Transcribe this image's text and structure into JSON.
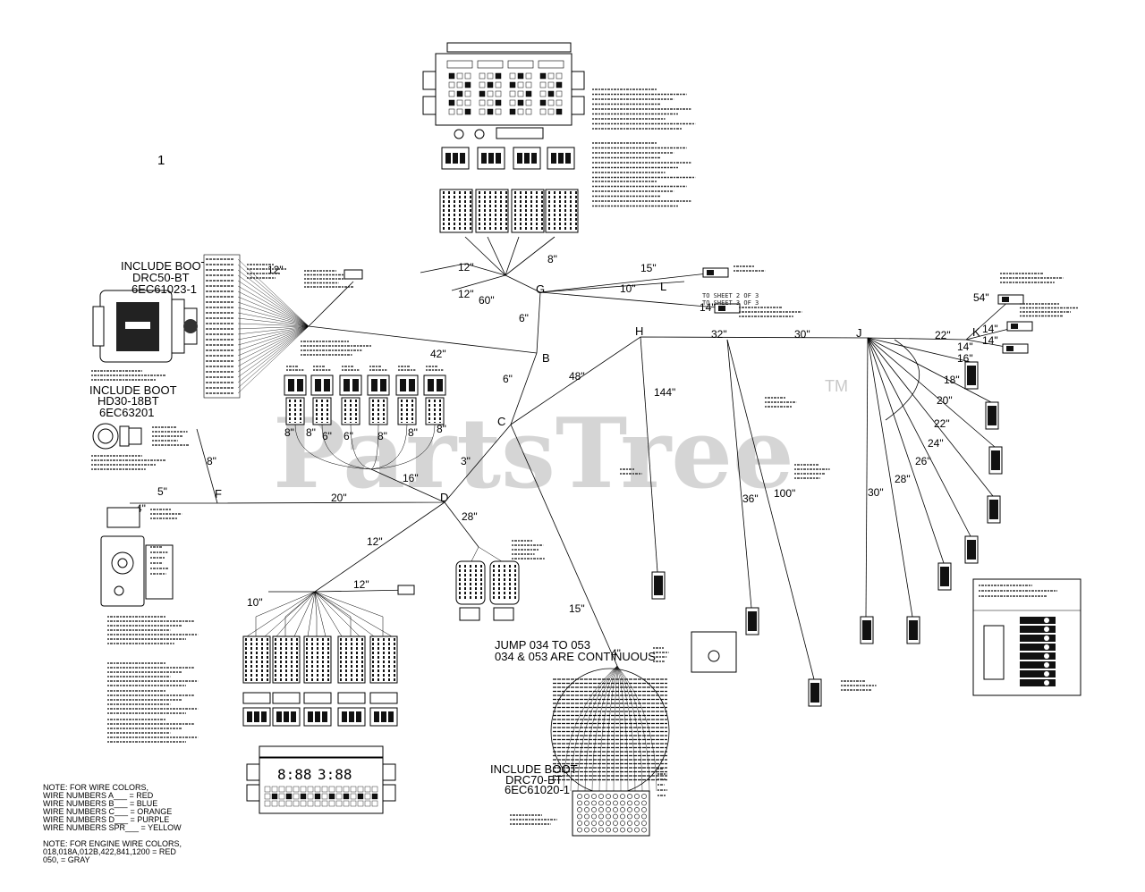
{
  "sheet_number": "1",
  "watermark": {
    "text": "PartsTree",
    "mark": "TM"
  },
  "nodes": {
    "B": "B",
    "C": "C",
    "D": "D",
    "F": "F",
    "G": "G",
    "H": "H",
    "J": "J",
    "K": "K",
    "L": "L"
  },
  "lengths": {
    "l12a": "12\"",
    "l8a": "8\"",
    "l12b": "12\"",
    "l60": "60\"",
    "l15a": "15\"",
    "l10a": "10\"",
    "l14a": "14\"",
    "l6a": "6\"",
    "l42": "42\"",
    "l6b": "6\"",
    "l48": "48\"",
    "l32": "32\"",
    "l30a": "30\"",
    "l22a": "22\"",
    "l14b": "14\"",
    "l14c": "14\"",
    "l16": "16\"",
    "l18": "18\"",
    "l20": "20\"",
    "l22b": "22\"",
    "l24": "24\"",
    "l26": "26\"",
    "l28a": "28\"",
    "l30b": "30\"",
    "l54": "54\"",
    "l144": "144\"",
    "l36": "36\"",
    "l100": "100\"",
    "l8b": "8\"",
    "l5": "5\"",
    "l20b": "20\"",
    "l16b": "16\"",
    "l3": "3\"",
    "l28b": "28\"",
    "l12c": "12\"",
    "l12d": "12\"",
    "l10b": "10\"",
    "l4a": "4\"",
    "l4b": "4\"",
    "l15b": "15\"",
    "b8a": "8\"",
    "b8b": "8\"",
    "b6a": "6\"",
    "b6b": "6\"",
    "b8c": "8\"",
    "b8d": "8\"",
    "b8e": "8\""
  },
  "labels": {
    "include_boot_1": [
      "INCLUDE BOOT",
      "DRC50-BT",
      "6EC61023-1"
    ],
    "include_boot_2": [
      "INCLUDE BOOT",
      "HD30-18BT",
      "6EC63201"
    ],
    "include_boot_3": [
      "INCLUDE BOOT",
      "DRC70-BT",
      "6EC61020-1"
    ],
    "jump": [
      "JUMP 034 TO 053",
      "034 & 053 ARE CONTINUOUS"
    ],
    "to_sheet_2": "TO SHEET 2 OF 3",
    "to_sheet_3": "TO SHEET 3 OF 3"
  },
  "wire_color_note": [
    "NOTE: FOR WIRE COLORS,",
    "WIRE NUMBERS A___ = RED",
    "WIRE NUMBERS B___ = BLUE",
    "WIRE NUMBERS C___ = ORANGE",
    "WIRE NUMBERS D___ = PURPLE",
    "WIRE NUMBERS SPR___ = YELLOW",
    "",
    "NOTE: FOR ENGINE WIRE COLORS,",
    "018,018A,012B,422,841,1200 = RED",
    "050, = GRAY"
  ],
  "colors": {
    "ink": "#000000",
    "watermark": "#c8c8c8",
    "background": "#ffffff"
  }
}
